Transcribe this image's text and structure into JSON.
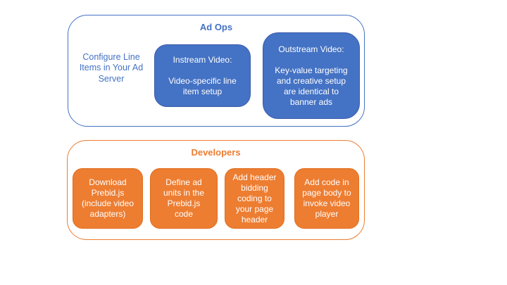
{
  "colors": {
    "blue_fill": "#4472C4",
    "blue_border": "#3B5CAB",
    "orange_fill": "#ED7D31",
    "orange_border": "#E06E1E",
    "text_on_fill": "#FFFFFF",
    "background": "#FFFFFF"
  },
  "ad_ops": {
    "title": "Ad Ops",
    "note": "Configure Line\nItems in Your Ad\nServer",
    "boxes": [
      {
        "id": "instream",
        "text": "Instream Video:\n\nVideo-specific line\nitem setup"
      },
      {
        "id": "outstream",
        "text": "Outstream Video:\n\nKey-value targeting\nand creative setup\nare identical to\nbanner ads"
      }
    ]
  },
  "developers": {
    "title": "Developers",
    "steps": [
      {
        "id": "download-prebid",
        "text": "Download\nPrebid.js\n(include video\nadapters)"
      },
      {
        "id": "define-ad-units",
        "text": "Define ad\nunits in the\nPrebid.js\ncode"
      },
      {
        "id": "add-header-code",
        "text": "Add header\nbidding\ncoding to\nyour page\nheader"
      },
      {
        "id": "add-body-code",
        "text": "Add code in\npage body to\ninvoke video\nplayer"
      }
    ]
  }
}
